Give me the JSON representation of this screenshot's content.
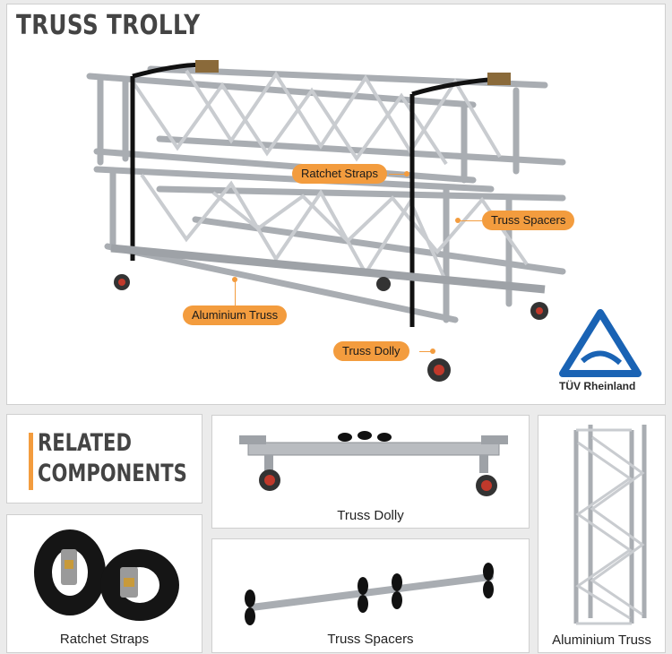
{
  "title": "TRUSS TROLLY",
  "callouts": {
    "ratchet": "Ratchet Straps",
    "spacers": "Truss Spacers",
    "aluminium": "Aluminium Truss",
    "dolly": "Truss Dolly"
  },
  "brand": "TÜV Rheinland",
  "related": {
    "line1": "RELATED",
    "line2": "COMPONENTS"
  },
  "components": {
    "dolly": "Truss Dolly",
    "ratchet": "Ratchet Straps",
    "spacers": "Truss Spacers",
    "aluminium": "Aluminium Truss"
  },
  "colors": {
    "accent": "#f39c3e",
    "tuv_blue": "#1a63b4",
    "strap": "#111111",
    "metal": "#b9bcc0"
  }
}
